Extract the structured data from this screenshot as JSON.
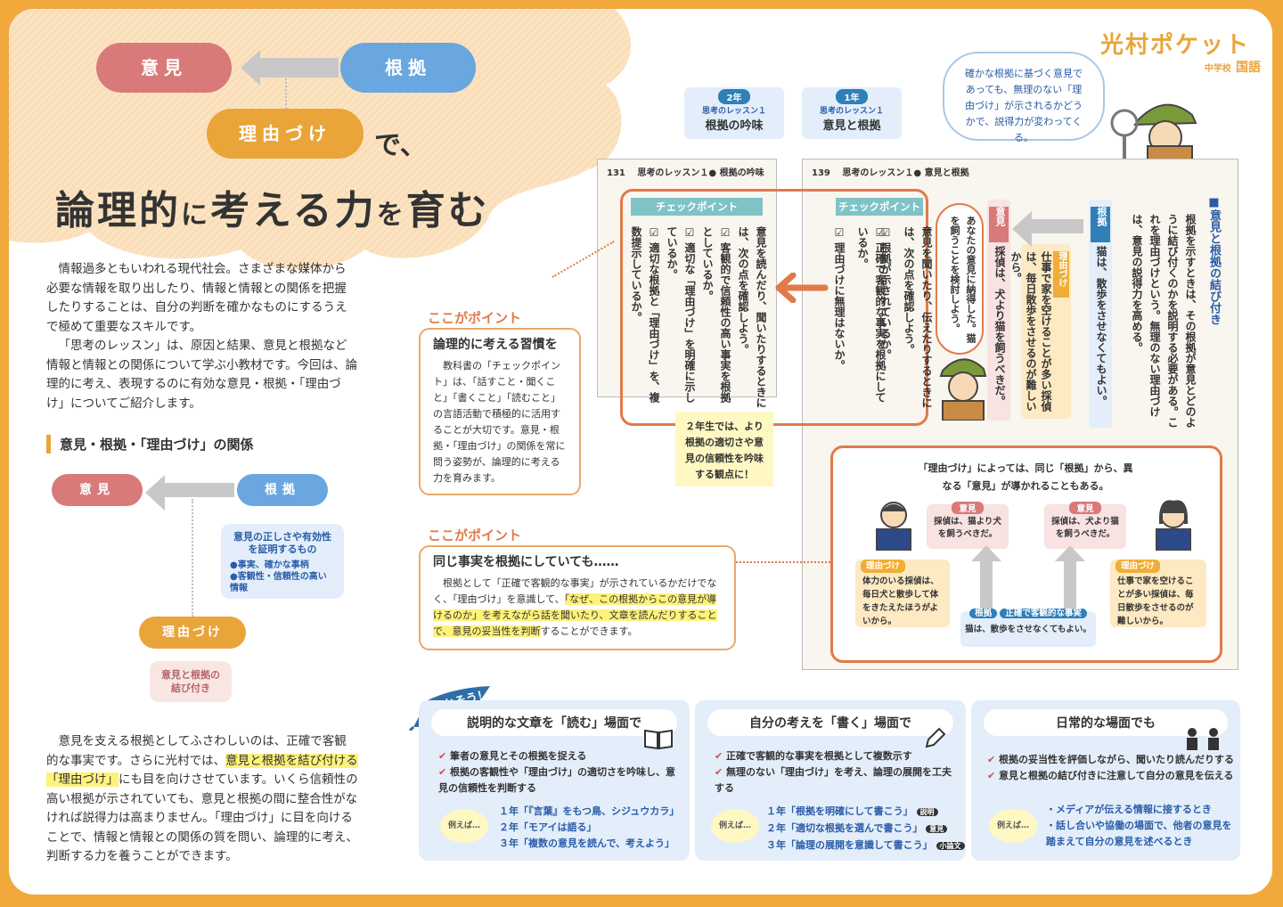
{
  "brand": {
    "name": "光村ポケット",
    "sub": "中学校",
    "subject": "国語"
  },
  "hero": {
    "pill_iken": "意見",
    "pill_konkyo": "根拠",
    "pill_riyu": "理由づけ",
    "de": "で、",
    "headline_a": "論理的",
    "headline_b": "に",
    "headline_c": "考える力",
    "headline_d": "を",
    "headline_e": "育む"
  },
  "intro": {
    "p1": "情報過多ともいわれる現代社会。さまざまな媒体から必要な情報を取り出したり、情報と情報との関係を把握したりすることは、自分の判断を確かなものにするうえで極めて重要なスキルです。",
    "p2": "「思考のレッスン」は、原因と結果、意見と根拠など情報と情報との関係について学ぶ小教材です。今回は、論理的に考え、表現するのに有効な意見・根拠・「理由づけ」についてご紹介します。"
  },
  "relation": {
    "heading": "意見・根拠・「理由づけ」の関係",
    "iken": "意見",
    "konkyo": "根拠",
    "riyu": "理由づけ",
    "konkyo_desc_title": "意見の正しさや有効性を証明するもの",
    "konkyo_desc_items": [
      "●事実、確かな事柄",
      "●客観性・信頼性の高い情報"
    ],
    "riyu_desc": "意見と根拠の結び付き"
  },
  "outro": {
    "p_a": "意見を支える根拠としてふさわしいのは、正確で客観的な事実です。さらに光村では、",
    "p_hl": "意見と根拠を結び付ける「理由づけ」",
    "p_b": "にも目を向けさせています。いくら信頼性の高い根拠が示されていても、意見と根拠の間に整合性がなければ説得力は高まりません。「理由づけ」に目を向けることで、情報と情報との関係の質を問い、論理的に考え、判断する力を養うことができます。"
  },
  "bubble": "確かな根拠に基づく意見であっても、無理のない「理由づけ」が示されるかどうかで、説得力が変わってくる。",
  "grade2": {
    "badge": "2年",
    "sub": "思考のレッスン１",
    "title": "根拠の吟味"
  },
  "grade1": {
    "badge": "1年",
    "sub": "思考のレッスン１",
    "title": "意見と根拠"
  },
  "book_left": {
    "page": "131",
    "header": "思考のレッスン１● 根拠の吟味",
    "tag": "チェックポイント",
    "lines": [
      "意見を読んだり、聞いたりするときには、次の点を確認しよう。",
      "☑ 客観的で信頼性の高い事実を根拠としているか。",
      "☑ 適切な「理由づけ」を明確に示しているか。",
      "☑ 適切な根拠と「理由づけ」を、複数提示しているか。"
    ]
  },
  "book_right": {
    "page": "139",
    "header": "思考のレッスン１● 意見と根拠",
    "tag": "チェックポイント",
    "lines": [
      "意見を聞いたり、伝えたりするときには、次の点を確認しよう。",
      "☑ 根拠が示されているか。",
      "☑ 正確で客観的な事実を根拠にしているか。",
      "☑ 理由づけに無理はないか。"
    ],
    "section_title": "■意見と根拠の結び付き",
    "section_body": "根拠を示すときは、その根拠が意見とどのように結び付くのかを説明する必要がある。これを理由づけという。無理のない理由づけは、意見の説得力を高める。",
    "konkyo_label": "根拠",
    "konkyo_text": "猫は、散歩をさせなくてもよい。",
    "riyu_label": "理由づけ",
    "riyu_text": "仕事で家を空けることが多い採偵は、毎日散歩をさせるのが難しいから。",
    "iken_label": "意見",
    "iken_text": "採偵は、犬より猫を飼うべきだ。",
    "speech": "あなたの意見に納得した。猫を飼うことを検討しよう。",
    "diagram_top": "「理由づけ」によっては、同じ「根拠」から、異なる「意見」が導かれることもある。",
    "left_iken_label": "意見",
    "left_iken": "採偵は、猫より犬を飼うべきだ。",
    "right_iken_label": "意見",
    "right_iken": "採偵は、犬より猫を飼うべきだ。",
    "left_riyu_label": "理由づけ",
    "left_riyu": "体力のいる採偵は、毎日犬と散歩して体をきたえたほうがよいから。",
    "right_riyu_label": "理由づけ",
    "right_riyu": "仕事で家を空けることが多い採偵は、毎日散歩をさせるのが難しいから。",
    "bottom_konkyo_label": "根拠",
    "bottom_konkyo_sub": "正確で客観的な事実",
    "bottom_konkyo": "猫は、散歩をさせなくてもよい。"
  },
  "point1": {
    "badge": "ここがポイント",
    "title": "論理的に考える習慣を",
    "body": "教科書の「チェックポイント」は、「話すこと・聞くこと」「書くこと」「読むこと」の言語活動で積極的に活用することが大切です。意見・根拠・「理由づけ」の関係を常に問う姿勢が、論理的に考える力を育みます。"
  },
  "point2": {
    "badge": "ここがポイント",
    "title": "同じ事実を根拠にしていても……",
    "body_a": "根拠として「正確で客観的な事実」が示されているかだけでなく、「理由づけ」を意識して、",
    "body_hl": "「なぜ、この根拠からこの意見が導けるのか」を考えながら話を聞いたり、文章を読んだりすることで、意見の妥当性を判断",
    "body_b": "することができます。"
  },
  "note_yellow": "２年生では、より根拠の適切さや意見の信頼性を吟味する観点に！",
  "ikaso": "生かそう！",
  "cards": [
    {
      "head": "説明的な文章を「読む」場面で",
      "items": [
        "筆者の意見とその根拠を捉える",
        "根拠の客観性や「理由づけ」の適切さを吟味し、意見の信頼性を判断する"
      ],
      "eg": "例えば…",
      "eg_items": [
        "１年「『言葉』をもつ鳥、シジュウカラ」",
        "２年「モアイは語る」",
        "３年「複数の意見を読んで、考えよう」"
      ]
    },
    {
      "head": "自分の考えを「書く」場面で",
      "items": [
        "正確で客観的な事実を根拠として複数示す",
        "無理のない「理由づけ」を考え、論理の展開を工夫する"
      ],
      "eg": "例えば…",
      "eg_items": [
        "１年「根拠を明確にして書こう」",
        "２年「適切な根拠を選んで書こう」",
        "３年「論理の展開を意識して書こう」"
      ],
      "eg_tags": [
        "説明",
        "意見",
        "小論文"
      ]
    },
    {
      "head": "日常的な場面でも",
      "items": [
        "根拠の妥当性を評価しながら、聞いたり読んだりする",
        "意見と根拠の結び付きに注意して自分の意見を伝える"
      ],
      "eg": "例えば…",
      "eg_items": [
        "・メディアが伝える情報に接するとき",
        "・話し合いや協働の場面で、他者の意見を踏まえて自分の意見を述べるとき"
      ]
    }
  ]
}
